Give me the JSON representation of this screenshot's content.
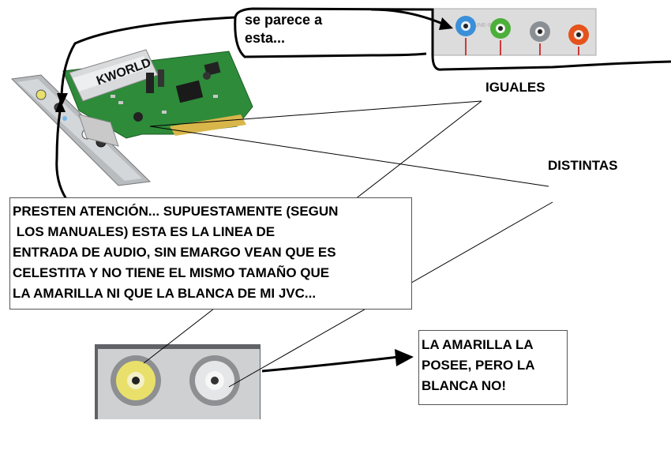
{
  "bubble": {
    "lines": [
      "se parece a",
      "esta..."
    ]
  },
  "labels": {
    "iguales": "IGUALES",
    "distintas": "DISTINTAS"
  },
  "callout_main": {
    "lines": [
      "PRESTEN ATENCIÓN... SUPUESTAMENTE (SEGUN",
      " LOS MANUALES) ESTA ES LA LINEA DE",
      "ENTRADA DE AUDIO, SIN EMARGO VEAN QUE ES",
      "CELESTITA Y NO TIENE EL MISMO TAMAÑO QUE",
      "LA AMARILLA NI QUE LA BLANCA DE MI JVC..."
    ]
  },
  "callout_right": {
    "lines": [
      "LA AMARILLA LA",
      "POSEE, PERO LA",
      "BLANCA NO!"
    ]
  },
  "card": {
    "logo": "KWORLD"
  },
  "colors": {
    "pcb": "#2e8b3a",
    "jack_blue": "#3b8fd9",
    "jack_green": "#4caf3a",
    "jack_grey": "#8a8f94",
    "jack_orange": "#e5531c",
    "rca_yellow": "#e8e06a"
  }
}
